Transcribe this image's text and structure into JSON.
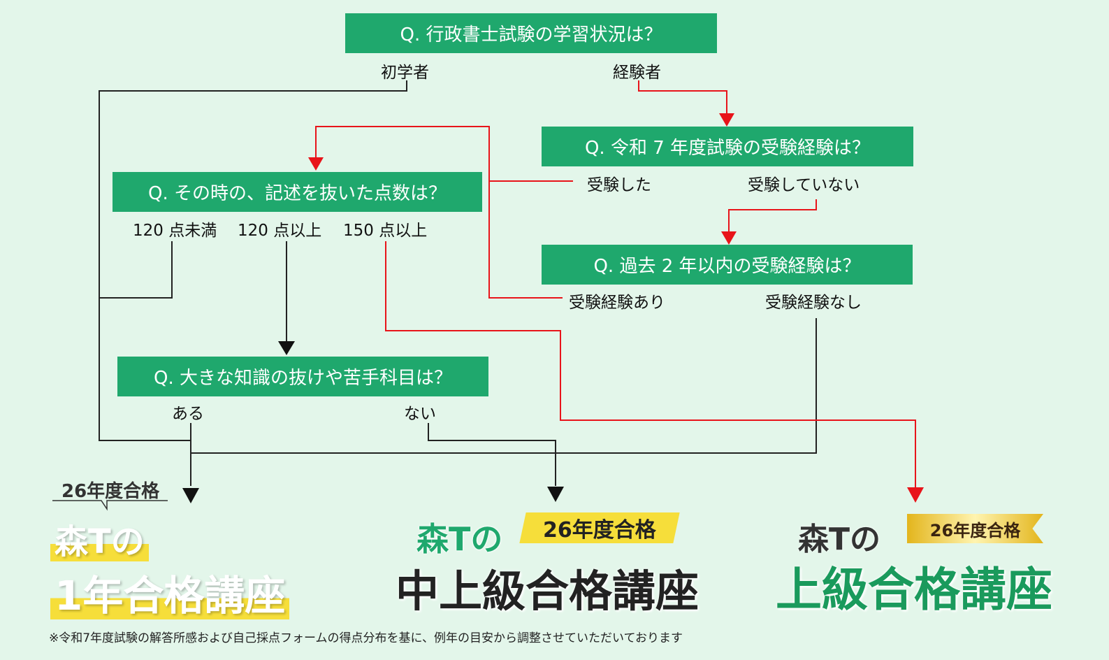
{
  "questions": {
    "q1": "Q. 行政書士試験の学習状況は？",
    "q2": "Q. 令和 7 年度試験の受験経験は？",
    "q3": "Q. その時の、記述を抜いた点数は？",
    "q4": "Q. 過去 2 年以内の受験経験は？",
    "q5": "Q. 大きな知識の抜けや苦手科目は？"
  },
  "answers": {
    "beginner": "初学者",
    "experienced": "経験者",
    "took": "受験した",
    "not_took": "受験していない",
    "under120": "120 点未満",
    "over120": "120 点以上",
    "over150": "150 点以上",
    "has_exp": "受験経験あり",
    "no_exp": "受験経験なし",
    "yes": "ある",
    "no": "ない"
  },
  "courses": {
    "c1": {
      "badge": "26年度合格",
      "line1": "森Tの",
      "line2": "1年合格講座"
    },
    "c2": {
      "badge": "26年度合格",
      "line1": "森Tの",
      "line2": "中上級合格講座"
    },
    "c3": {
      "badge": "26年度合格",
      "line1": "森Tの",
      "line2": "上級合格講座"
    }
  },
  "footnote": "※令和7年度試験の解答所感および自己採点フォームの得点分布を基に、例年の目安から調整させていただいております",
  "colors": {
    "green": "#1fa86d",
    "red": "#e8141a",
    "yellow": "#f6de3a",
    "bg": "#e3f6ea"
  }
}
